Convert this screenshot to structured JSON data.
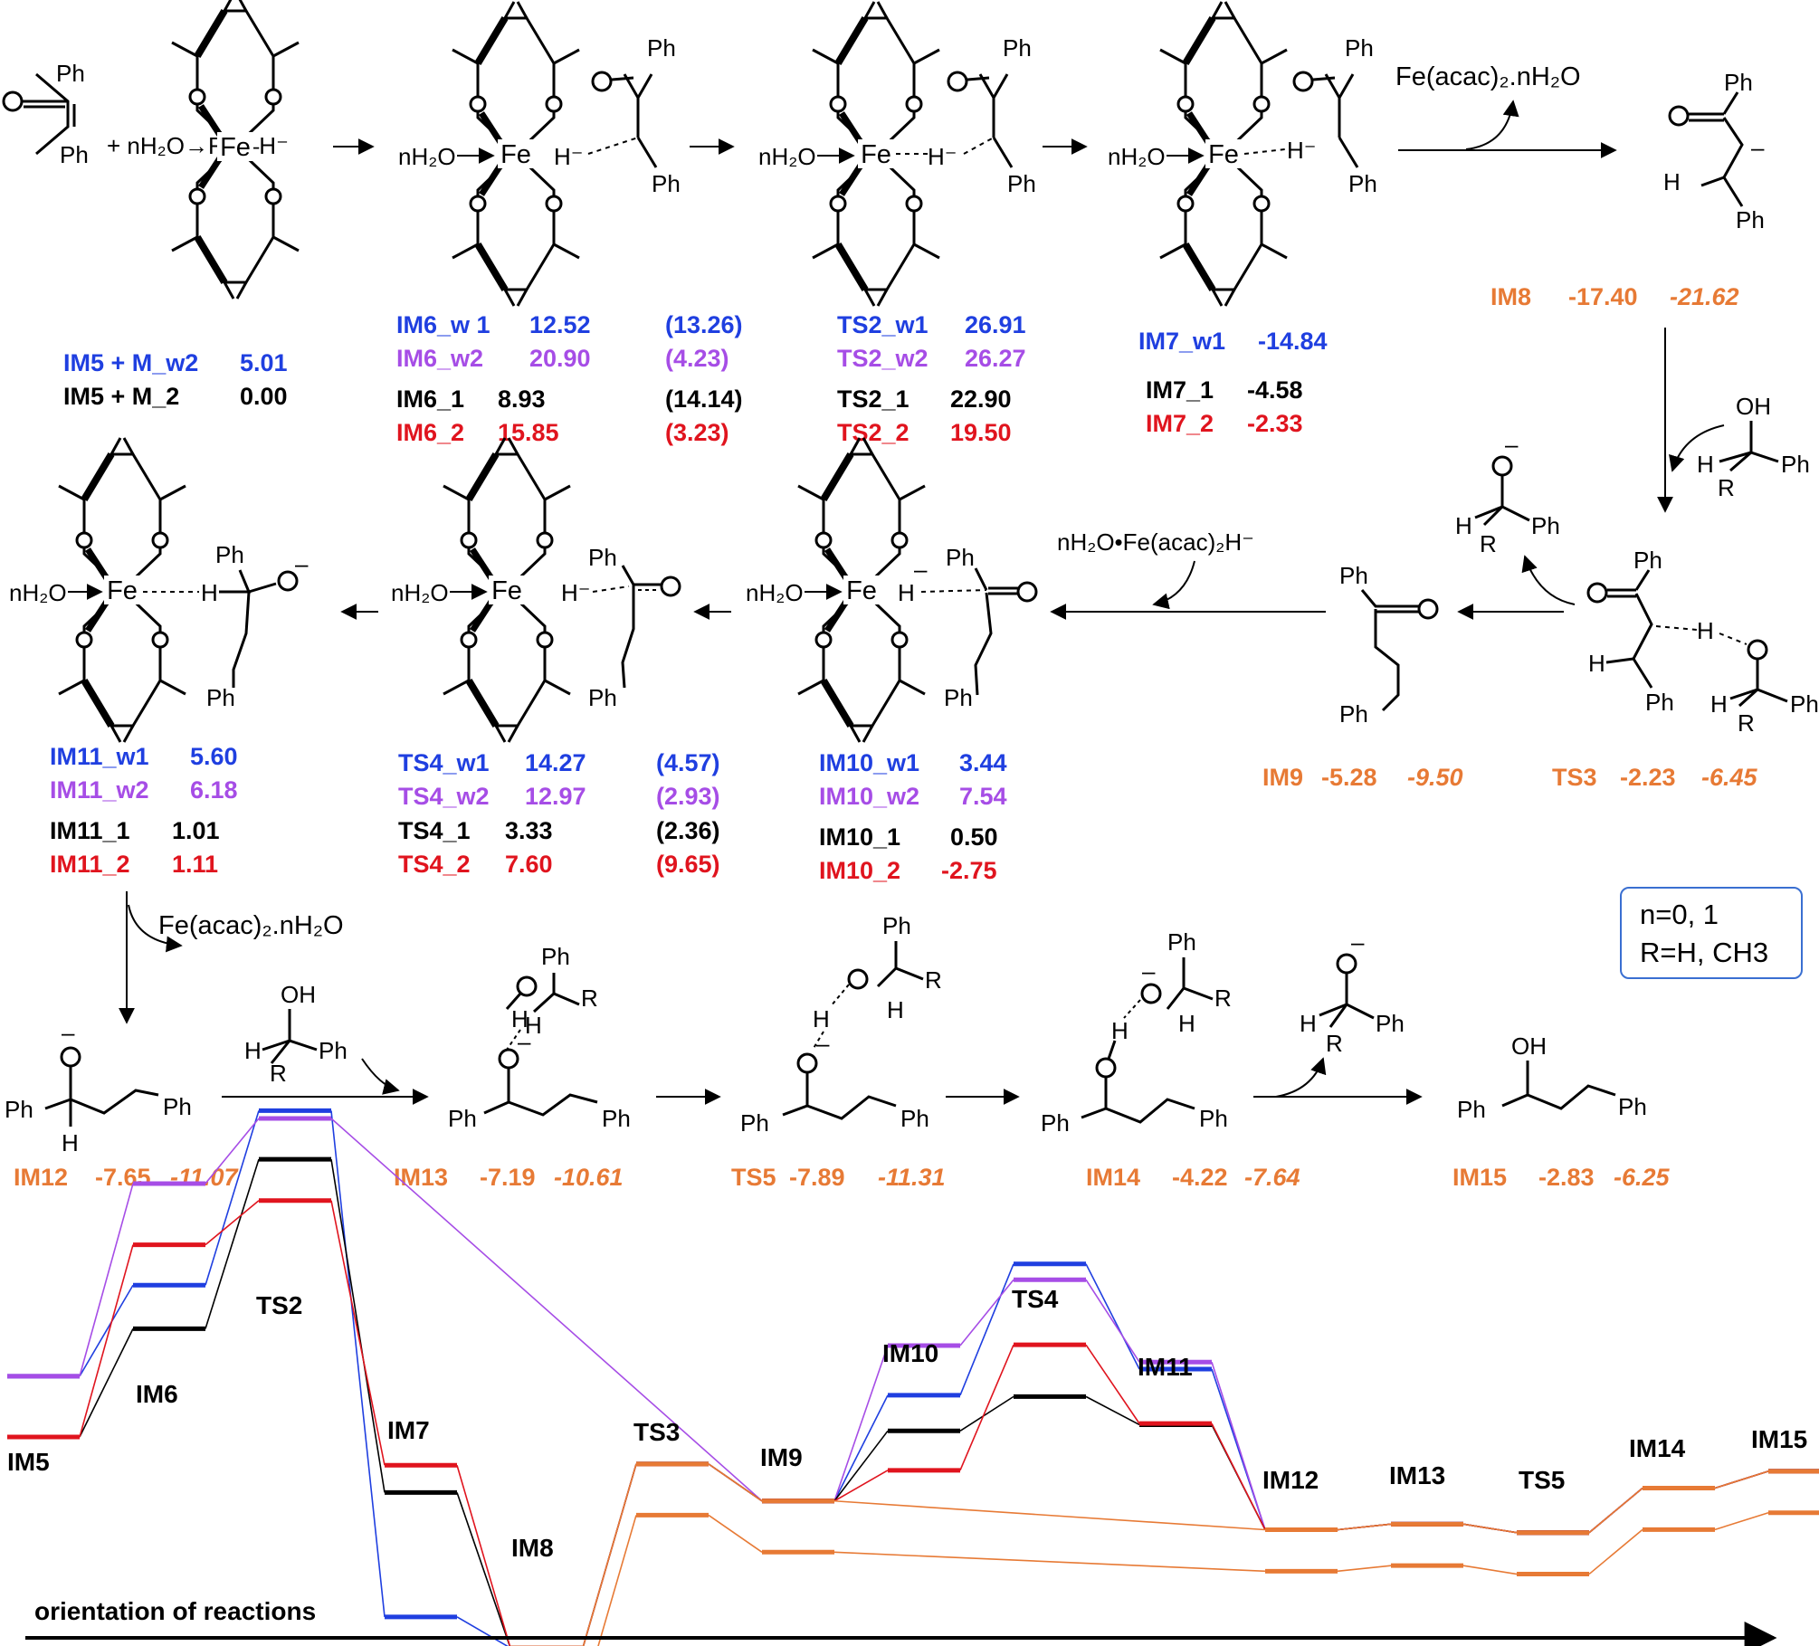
{
  "colors": {
    "blue": "#1f3fe0",
    "purple": "#a64de6",
    "black": "#000000",
    "red": "#e0141e",
    "orange": "#e77a35"
  },
  "reagents": {
    "nh2o_fe_h": "+ nH₂O→Fe—H⁻",
    "fe_acac_nh2o": "Fe(acac)₂.nH₂O",
    "nh2o_fe_acac_h": "nH₂O•Fe(acac)₂H⁻",
    "nh2o": "nH₂O",
    "fe": "Fe",
    "h_minus": "H⁻",
    "ph": "Ph",
    "oh": "OH",
    "h": "H",
    "r": "R"
  },
  "note": {
    "line1": "n=0, 1",
    "line2": "R=H, CH3"
  },
  "energies": {
    "im5": [
      {
        "label": "IM5 + M_w2",
        "value": "5.01",
        "color": "blue"
      },
      {
        "label": "IM5 + M_2",
        "value": "0.00",
        "color": "black"
      }
    ],
    "im6": [
      {
        "label": "IM6_w 1",
        "value": "12.52",
        "extra": "(13.26)",
        "color": "blue"
      },
      {
        "label": "IM6_w2",
        "value": "20.90",
        "extra": "(4.23)",
        "color": "purple"
      },
      {
        "label": "IM6_1",
        "value": "8.93",
        "extra": "(14.14)",
        "color": "black"
      },
      {
        "label": "IM6_2",
        "value": "15.85",
        "extra": "(3.23)",
        "color": "red"
      }
    ],
    "ts2": [
      {
        "label": "TS2_w1",
        "value": "26.91",
        "color": "blue"
      },
      {
        "label": "TS2_w2",
        "value": "26.27",
        "color": "purple"
      },
      {
        "label": "TS2_1",
        "value": "22.90",
        "color": "black"
      },
      {
        "label": "TS2_2",
        "value": "19.50",
        "color": "red"
      }
    ],
    "im7": [
      {
        "label": "IM7_w1",
        "value": "-14.84",
        "color": "blue"
      },
      {
        "label": "IM7_1",
        "value": "-4.58",
        "color": "black"
      },
      {
        "label": "IM7_2",
        "value": "-2.33",
        "color": "red"
      }
    ],
    "im8": {
      "label": "IM8",
      "value": "-17.40",
      "value2": "-21.62"
    },
    "ts3": {
      "label": "TS3",
      "value": "-2.23",
      "value2": "-6.45"
    },
    "im9": {
      "label": "IM9",
      "value": "-5.28",
      "value2": "-9.50"
    },
    "im10": [
      {
        "label": "IM10_w1",
        "value": "3.44",
        "color": "blue"
      },
      {
        "label": "IM10_w2",
        "value": "7.54",
        "color": "purple"
      },
      {
        "label": "IM10_1",
        "value": "0.50",
        "color": "black"
      },
      {
        "label": "IM10_2",
        "value": "-2.75",
        "color": "red"
      }
    ],
    "ts4": [
      {
        "label": "TS4_w1",
        "value": "14.27",
        "extra": "(4.57)",
        "color": "blue"
      },
      {
        "label": "TS4_w2",
        "value": "12.97",
        "extra": "(2.93)",
        "color": "purple"
      },
      {
        "label": "TS4_1",
        "value": "3.33",
        "extra": "(2.36)",
        "color": "black"
      },
      {
        "label": "TS4_2",
        "value": "7.60",
        "extra": "(9.65)",
        "color": "red"
      }
    ],
    "im11": [
      {
        "label": "IM11_w1",
        "value": "5.60",
        "color": "blue"
      },
      {
        "label": "IM11_w2",
        "value": "6.18",
        "color": "purple"
      },
      {
        "label": "IM11_1",
        "value": "1.01",
        "color": "black"
      },
      {
        "label": "IM11_2",
        "value": "1.11",
        "color": "red"
      }
    ],
    "im12": {
      "label": "IM12",
      "value": "-7.65",
      "value2": "-11.07"
    },
    "im13": {
      "label": "IM13",
      "value": "-7.19",
      "value2": "-10.61"
    },
    "ts5": {
      "label": "TS5",
      "value": "-7.89",
      "value2": "-11.31"
    },
    "im14": {
      "label": "IM14",
      "value": "-4.22",
      "value2": "-7.64"
    },
    "im15": {
      "label": "IM15",
      "value": "-2.83",
      "value2": "-6.25"
    }
  },
  "profile": {
    "axis_label": "orientation of reactions",
    "stages": [
      "IM5",
      "IM6",
      "TS2",
      "IM7",
      "IM8",
      "TS3",
      "IM9",
      "IM10",
      "TS4",
      "IM11",
      "IM12",
      "IM13",
      "TS5",
      "IM14",
      "IM15"
    ],
    "series": [
      {
        "color": "blue",
        "values": [
          5.01,
          12.52,
          26.91,
          -14.84,
          -17.4,
          -2.23,
          -5.28,
          3.44,
          14.27,
          5.6,
          -7.65,
          -7.19,
          -7.89,
          -4.22,
          -2.83
        ]
      },
      {
        "color": "purple",
        "values": [
          5.01,
          20.9,
          26.27,
          null,
          null,
          null,
          -5.28,
          7.54,
          12.97,
          6.18,
          -7.65,
          -7.19,
          -7.89,
          -4.22,
          -2.83
        ]
      },
      {
        "color": "black",
        "values": [
          0.0,
          8.93,
          22.9,
          -4.58,
          -17.4,
          -2.23,
          -5.28,
          0.5,
          3.33,
          1.01,
          -7.65,
          -7.19,
          -7.89,
          -4.22,
          -2.83
        ]
      },
      {
        "color": "red",
        "values": [
          0.0,
          15.85,
          19.5,
          -2.33,
          -17.4,
          -2.23,
          -5.28,
          -2.75,
          7.6,
          1.11,
          -7.65,
          -7.19,
          -7.89,
          -4.22,
          -2.83
        ]
      },
      {
        "color": "orange",
        "values": [
          null,
          null,
          null,
          null,
          -17.4,
          -2.23,
          -5.28,
          null,
          null,
          null,
          -7.65,
          -7.19,
          -7.89,
          -4.22,
          -2.83
        ]
      },
      {
        "color": "orange",
        "values": [
          null,
          null,
          null,
          null,
          -21.62,
          -6.45,
          -9.5,
          null,
          null,
          null,
          -11.07,
          -10.61,
          -11.31,
          -7.64,
          -6.25
        ]
      }
    ]
  }
}
